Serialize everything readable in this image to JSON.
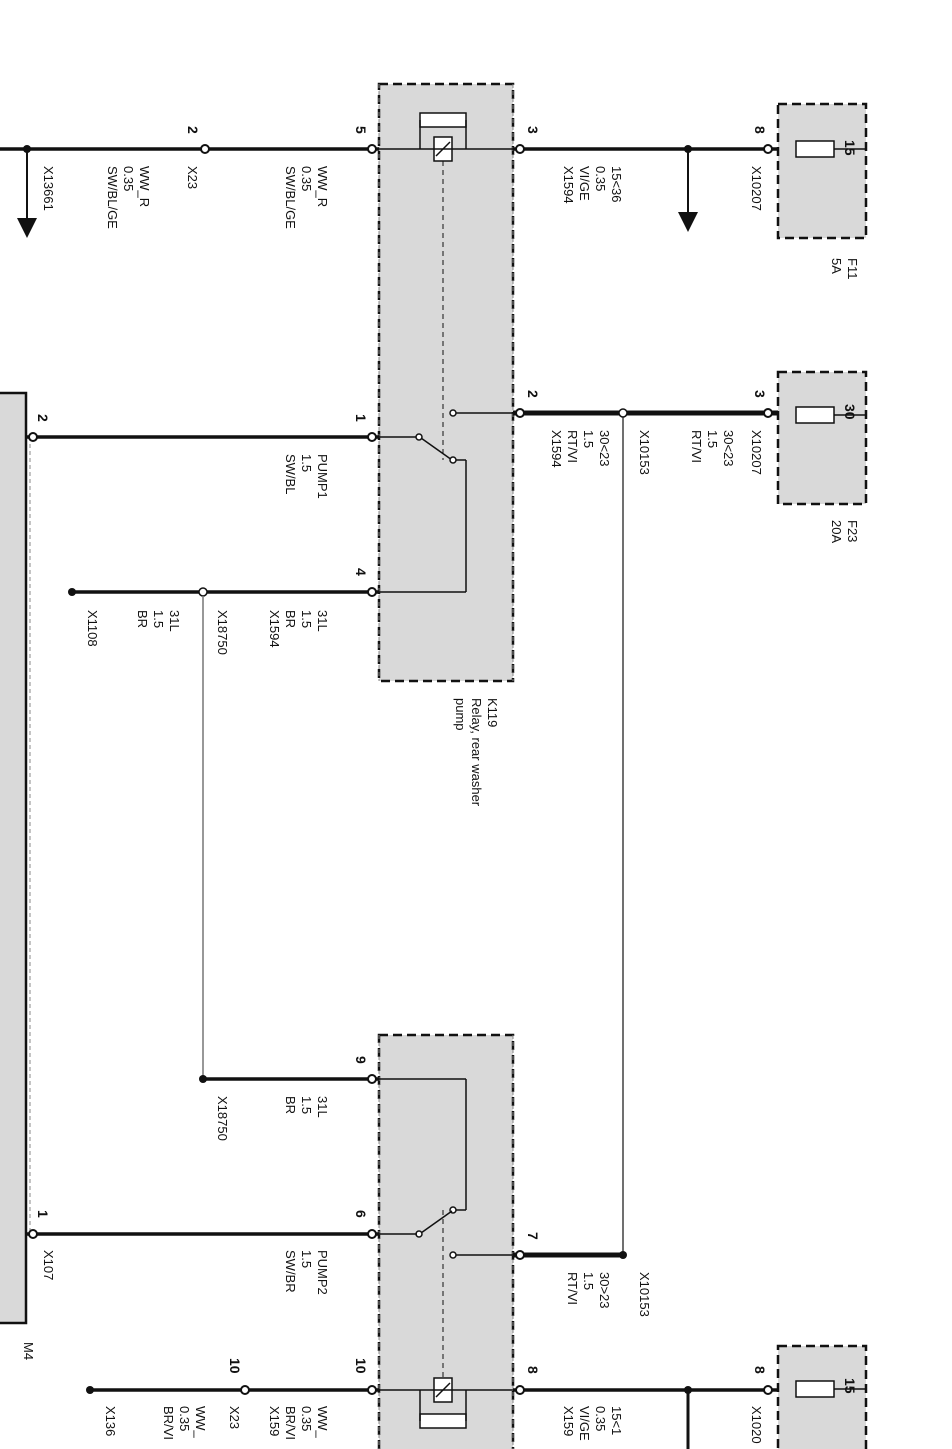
{
  "fuses": [
    {
      "id": "F11",
      "rating": "5A",
      "term": "15",
      "pin": "8",
      "conn": "X10207"
    },
    {
      "id": "F23",
      "rating": "20A",
      "term": "30",
      "pin": "3",
      "conn": "X10207",
      "wire": [
        "30<23",
        "1.5",
        "RT/VI"
      ]
    },
    {
      "term": "15",
      "pin": "8",
      "conn": "X1020"
    }
  ],
  "relay1": {
    "id": "K119",
    "desc1": "Relay, rear washer",
    "desc2": "pump",
    "pins": {
      "p5": "5",
      "p3": "3",
      "p2": "2",
      "p1": "1",
      "p4": "4"
    },
    "wire_pin3": [
      "15<36",
      "0.35",
      "VI/GE",
      "X1594"
    ],
    "wire_pin2": [
      "30<23",
      "1.5",
      "RT/VI",
      "X1594"
    ],
    "wire_pin5": [
      "WW_R",
      "0.35",
      "SW/BL/GE"
    ],
    "wire_pin1": [
      "PUMP1",
      "1.5",
      "SW/BL"
    ],
    "wire_pin4": [
      "31L",
      "1.5",
      "BR",
      "X1594"
    ]
  },
  "relay2": {
    "pins": {
      "p9": "9",
      "p6": "6",
      "p7": "7",
      "p8": "8",
      "p10": "10"
    },
    "wire_pin9": [
      "31L",
      "1.5",
      "BR",
      "X18750"
    ],
    "wire_pin6": [
      "PUMP2",
      "1.5",
      "SW/BR"
    ],
    "wire_pin7": [
      "30>23",
      "1.5",
      "RT/VI"
    ],
    "wire_pin8": [
      "15<1",
      "0.35",
      "VI/GE",
      "X159"
    ],
    "wire_pin10": [
      "WW_",
      "0.35",
      "BR/VI",
      "X159"
    ]
  },
  "splices": {
    "x10153": "X10153",
    "x18750": "X18750",
    "x1108": "X1108",
    "x13661": "X13661"
  },
  "ground_wire": [
    "31L",
    "1.5",
    "BR"
  ],
  "left_wire": [
    "WW_R",
    "0.35",
    "SW/BL/GE"
  ],
  "left_pin2": "2",
  "x23": "X23",
  "motor": {
    "id": "M4",
    "pin2": "2",
    "pin1": "1",
    "conn": "X107"
  },
  "bottom_left": {
    "pin": "10",
    "conn": "X23",
    "wire": [
      "WW_",
      "0.35",
      "BR/VI"
    ],
    "conn2": "X136"
  }
}
